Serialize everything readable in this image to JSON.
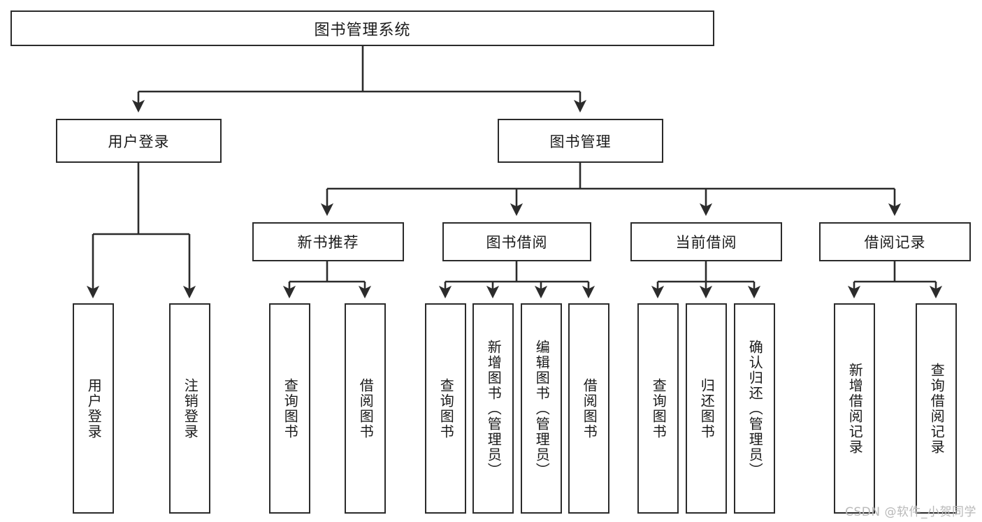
{
  "diagram": {
    "type": "tree-hierarchy",
    "title": "图书管理系统",
    "watermark": "CSDN @软件_小贺同学",
    "colors": {
      "stroke": "#2b2b2b",
      "fill": "#ffffff",
      "text": "#1a1a1a",
      "watermark": "#b9b9b9"
    },
    "root": {
      "label": "图书管理系统"
    },
    "level2": [
      {
        "id": "user-login",
        "label": "用户登录"
      },
      {
        "id": "book-manage",
        "label": "图书管理"
      }
    ],
    "level3": [
      {
        "id": "new-book-recommend",
        "label": "新书推荐"
      },
      {
        "id": "book-borrow",
        "label": "图书借阅"
      },
      {
        "id": "current-borrow",
        "label": "当前借阅"
      },
      {
        "id": "borrow-record",
        "label": "借阅记录"
      }
    ],
    "leaves": {
      "user-login": [
        {
          "id": "leaf-user-login",
          "label": "用户登录"
        },
        {
          "id": "leaf-logout-login",
          "label": "注销登录"
        }
      ],
      "new-book-recommend": [
        {
          "id": "leaf-query-book-1",
          "label": "查询图书"
        },
        {
          "id": "leaf-borrow-book-1",
          "label": "借阅图书"
        }
      ],
      "book-borrow": [
        {
          "id": "leaf-query-book-2",
          "label": "查询图书"
        },
        {
          "id": "leaf-add-book-admin",
          "label": "新增图书（管理员）"
        },
        {
          "id": "leaf-edit-book-admin",
          "label": "编辑图书（管理员）"
        },
        {
          "id": "leaf-borrow-book-2",
          "label": "借阅图书"
        }
      ],
      "current-borrow": [
        {
          "id": "leaf-query-book-3",
          "label": "查询图书"
        },
        {
          "id": "leaf-return-book",
          "label": "归还图书"
        },
        {
          "id": "leaf-confirm-return-admin",
          "label": "确认归还（管理员）"
        }
      ],
      "borrow-record": [
        {
          "id": "leaf-add-borrow-record",
          "label": "新增借阅记录"
        },
        {
          "id": "leaf-query-borrow-record",
          "label": "查询借阅记录"
        }
      ]
    }
  }
}
